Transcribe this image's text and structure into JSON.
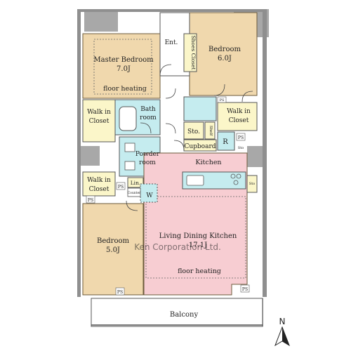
{
  "rooms": {
    "master_bedroom": {
      "name": "Master Bedroom",
      "size": "7.0J",
      "note": "floor heating"
    },
    "bedroom_north": {
      "name": "Bedroom",
      "size": "6.0J"
    },
    "bedroom_south": {
      "name": "Bedroom",
      "size": "5.0J"
    },
    "ldk": {
      "name": "Living Dining Kitchen",
      "size": "17.1J",
      "note": "floor heating"
    },
    "kitchen": {
      "name": "Kitchen"
    },
    "bath": {
      "line1": "Bath",
      "line2": "room"
    },
    "powder": {
      "line1": "Powder",
      "line2": "room"
    },
    "walk_in_closet_left": {
      "line1": "Walk in",
      "line2": "Closet"
    },
    "walk_in_closet_right": {
      "line1": "Walk in",
      "line2": "Closet"
    },
    "walk_in_closet_lower": {
      "line1": "Walk in",
      "line2": "Closet"
    },
    "entrance": {
      "name": "Ent."
    },
    "shoes_closet": {
      "name": "Shoes Closet"
    },
    "storage": {
      "name": "Sto."
    },
    "shelf": {
      "name": "Shelf"
    },
    "cupboard": {
      "name": "Cupboard"
    },
    "refrigerator": {
      "name": "R"
    },
    "linen": {
      "name": "Lin."
    },
    "washer": {
      "name": "W"
    },
    "counter": {
      "name": "Counter"
    },
    "balcony": {
      "name": "Balcony"
    }
  },
  "markers": {
    "ps": "PS",
    "sto_small": "Sto"
  },
  "compass": {
    "label": "N"
  },
  "watermark": "Ken Corporation Ltd."
}
